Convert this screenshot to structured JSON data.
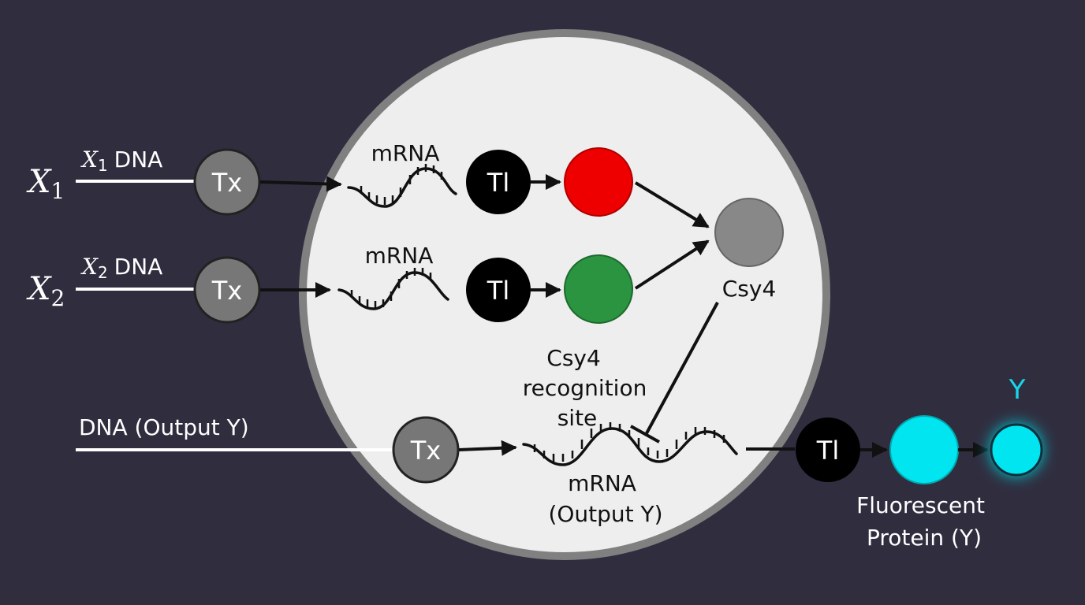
{
  "colors": {
    "background": "#302d3f",
    "cell_fill": "#eeeeee",
    "cell_border": "#808080",
    "tx_node": "#777777",
    "tl_node": "#000000",
    "protein_x1": "#ef0000",
    "protein_x2": "#2b9440",
    "csy4": "#888888",
    "fluorescent": "#00e5f0",
    "output_label": "#18d6ea"
  },
  "inputs": [
    {
      "symbol": "X",
      "subscript": "1",
      "dna_label": "DNA",
      "tx_label": "Tx",
      "mrna_label": "mRNA",
      "tl_label": "Tl"
    },
    {
      "symbol": "X",
      "subscript": "2",
      "dna_label": "DNA",
      "tx_label": "Tx",
      "mrna_label": "mRNA",
      "tl_label": "Tl"
    }
  ],
  "csy4": {
    "label": "Csy4"
  },
  "recognition_site": {
    "line1": "Csy4",
    "line2": "recognition",
    "line3": "site"
  },
  "output": {
    "dna_label": "DNA (Output Y)",
    "tx_label": "Tx",
    "mrna_line1": "mRNA",
    "mrna_line2": "(Output Y)",
    "tl_label": "Tl",
    "protein_line1": "Fluorescent",
    "protein_line2": "Protein (Y)",
    "y_label": "Y"
  }
}
